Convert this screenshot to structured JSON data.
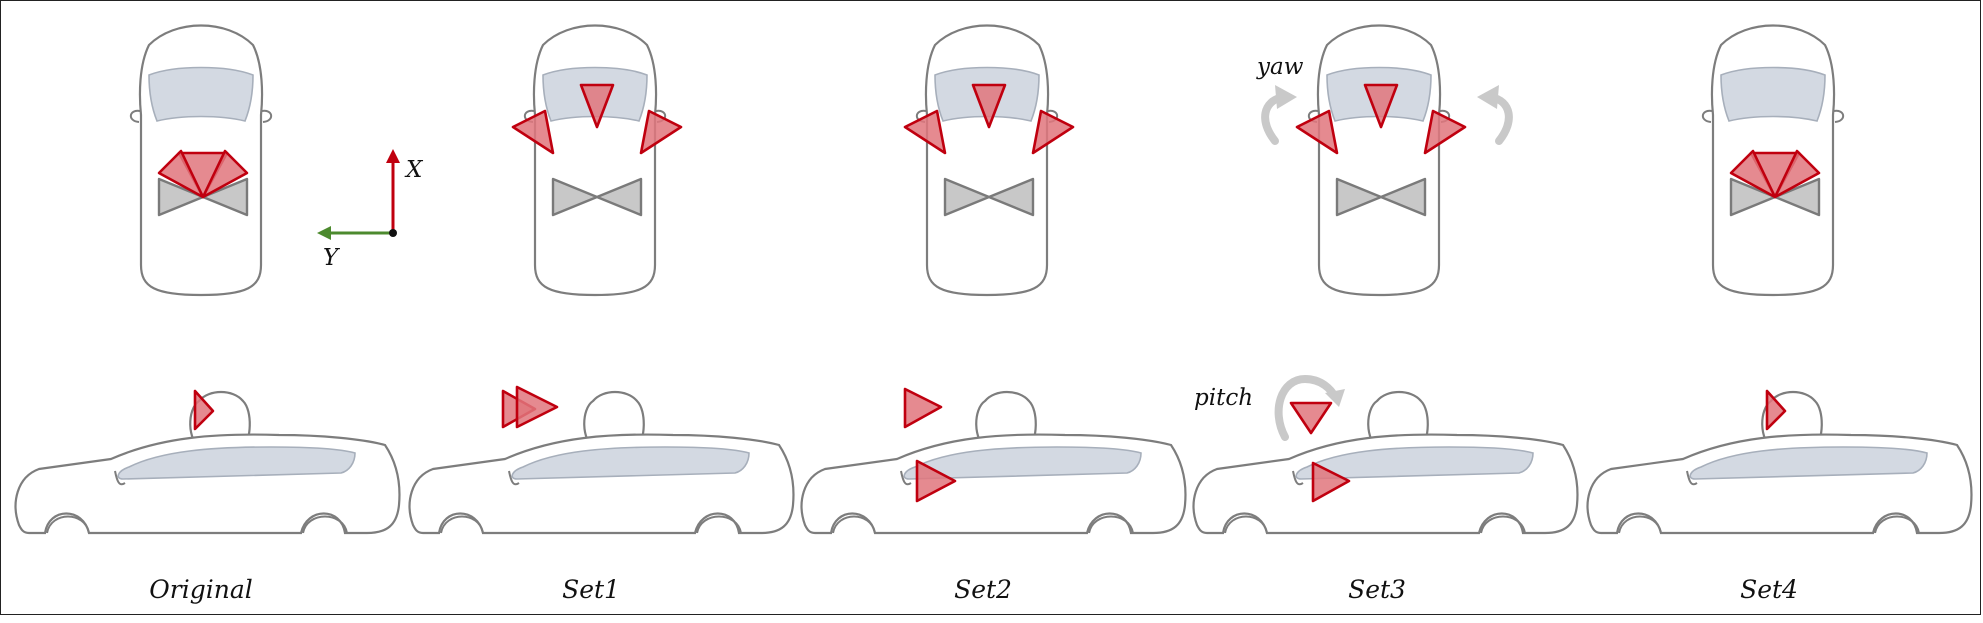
{
  "panels": [
    {
      "label": "Original"
    },
    {
      "label": "Set1"
    },
    {
      "label": "Set2"
    },
    {
      "label": "Set3"
    },
    {
      "label": "Set4"
    }
  ],
  "axes": {
    "x_label": "X",
    "y_label": "Y"
  },
  "annotations": {
    "yaw": "yaw",
    "pitch": "pitch"
  },
  "colors": {
    "camera_fill": "#e0767c",
    "camera_stroke": "#c0000f",
    "lidar_fill": "#c8c8c8",
    "lidar_stroke": "#7a7a7a",
    "car_outline": "#7d7d7d",
    "glass": "#d3d9e2",
    "x_axis": "#c0000f",
    "y_axis": "#4c8a2e",
    "rotation_arrow": "#c9c9c9"
  }
}
